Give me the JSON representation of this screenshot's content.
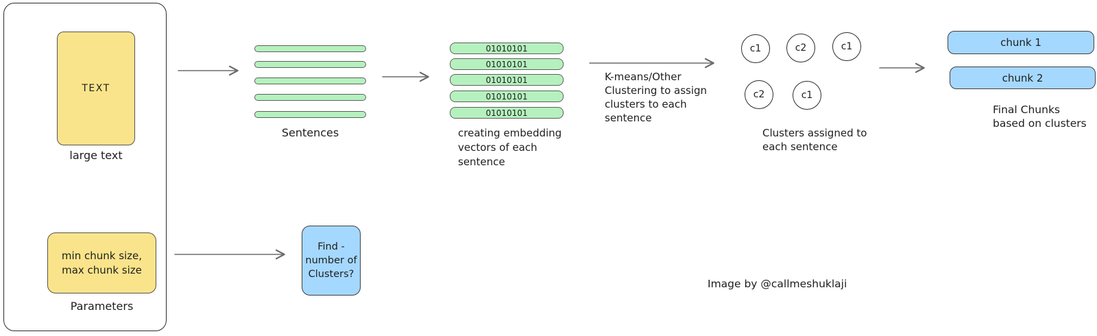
{
  "colors": {
    "yellow_fill": "#fae48b",
    "green_fill": "#b5f1be",
    "blue_fill": "#a5d8ff",
    "ink": "#1e1e1e",
    "arrow": "#6b6b6b"
  },
  "source": {
    "text_box_label": "TEXT",
    "text_caption": "large text",
    "params_box_label": "min chunk size,\nmax chunk size",
    "params_caption": "Parameters"
  },
  "sentences": {
    "caption": "Sentences",
    "count": 5
  },
  "embeddings": {
    "values": [
      "01010101",
      "01010101",
      "01010101",
      "01010101",
      "01010101"
    ],
    "caption": "creating embedding\nvectors of each\nsentence"
  },
  "clustering": {
    "arrow_label": "K-means/Other\nClustering to assign\nclusters to each\nsentence",
    "circles": [
      "c1",
      "c2",
      "c1",
      "c2",
      "c1"
    ],
    "caption": "Clusters assigned to\neach sentence"
  },
  "chunks": {
    "items": [
      "chunk 1",
      "chunk 2"
    ],
    "caption": "Final Chunks\nbased on clusters"
  },
  "find_clusters": {
    "label": "Find -\nnumber of\nClusters?"
  },
  "credit": "Image by @callmeshuklaji"
}
